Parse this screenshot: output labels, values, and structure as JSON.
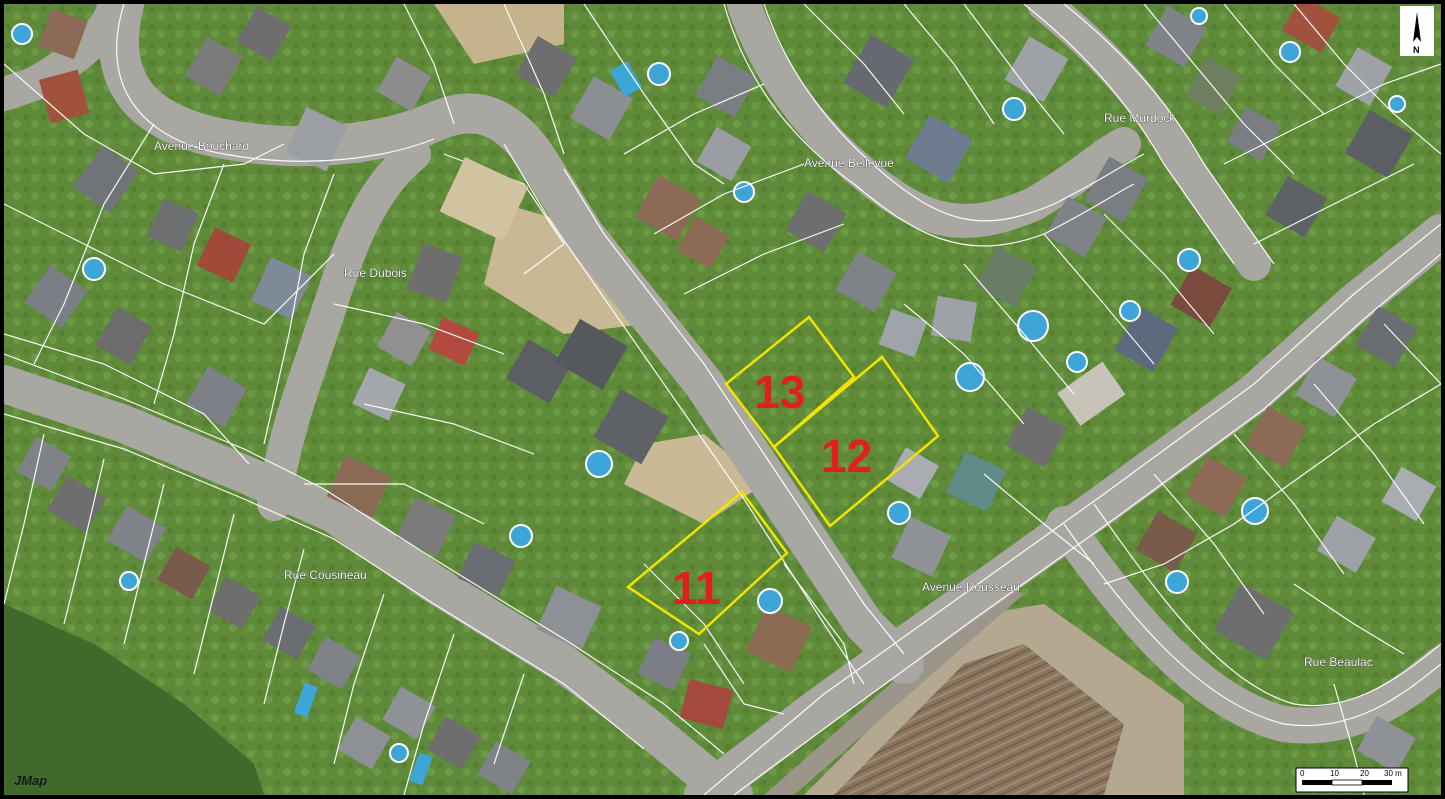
{
  "streets": [
    {
      "id": "avenue-bouchard",
      "label": "Avenue Bouchard"
    },
    {
      "id": "rue-dubois",
      "label": "Rue Dubois"
    },
    {
      "id": "avenue-bellevue",
      "label": "Avenue Bellevue"
    },
    {
      "id": "rue-murdock",
      "label": "Rue Murdock"
    },
    {
      "id": "rue-cousineau",
      "label": "Rue Cousineau"
    },
    {
      "id": "avenue-rousseau",
      "label": "Avenue Rousseau"
    },
    {
      "id": "rue-beaulac",
      "label": "Rue Beaulac"
    }
  ],
  "lots": [
    {
      "id": "lot-13",
      "label": "13"
    },
    {
      "id": "lot-12",
      "label": "12"
    },
    {
      "id": "lot-11",
      "label": "11"
    }
  ],
  "scale_bar": {
    "ticks": [
      "0",
      "10",
      "20",
      "30 m"
    ]
  },
  "north_arrow": {
    "label": "N"
  },
  "brand": {
    "label": "JMap"
  },
  "colors": {
    "lot_outline": "#f2e300",
    "lot_label": "#e21f1f",
    "parcel_lines": "#ffffff",
    "road": "#a9a7a2",
    "lawn": "#5f8a3a"
  }
}
